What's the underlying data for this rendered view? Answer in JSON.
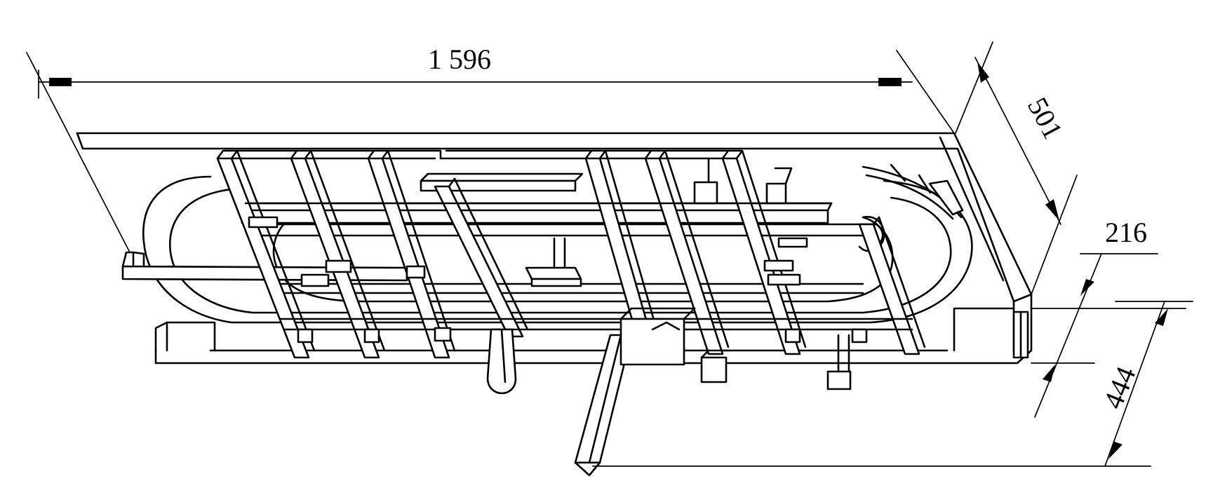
{
  "drawing": {
    "dimensions": {
      "length": "1 596",
      "width": "501",
      "side_height": "216",
      "total_height": "444"
    }
  },
  "colors": {
    "line": "#000000",
    "background": "#ffffff"
  }
}
